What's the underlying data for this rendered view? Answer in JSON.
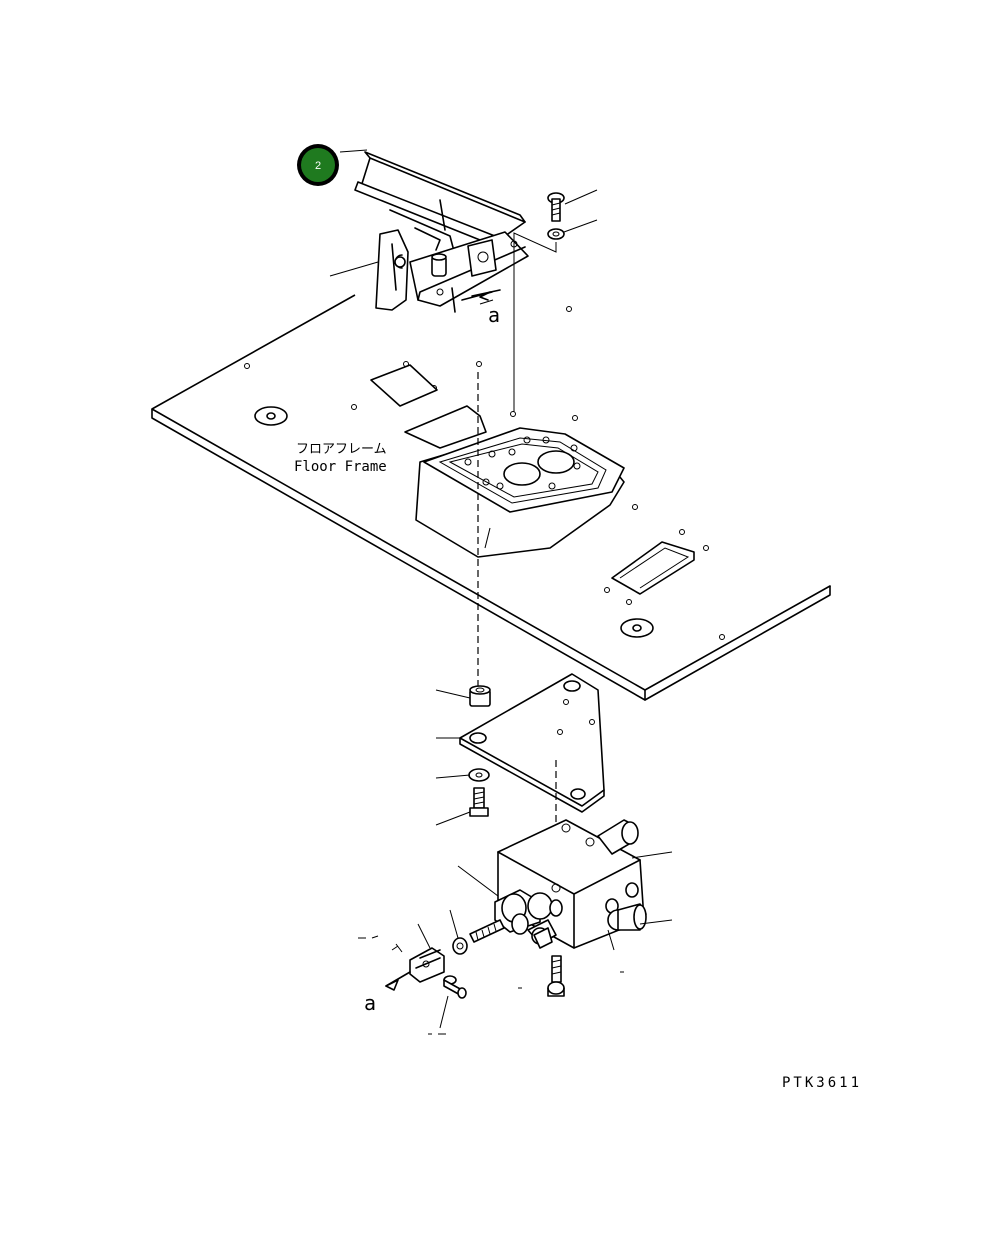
{
  "callout": {
    "label": "2",
    "color": "#1f7a1f"
  },
  "labels": {
    "floor_frame_jp": "フロアフレーム",
    "floor_frame_en": "Floor Frame",
    "view_a_top": "a",
    "view_a_bottom": "a",
    "drawing_code": "PTK3611"
  },
  "colors": {
    "line": "#000000",
    "background": "#ffffff"
  }
}
